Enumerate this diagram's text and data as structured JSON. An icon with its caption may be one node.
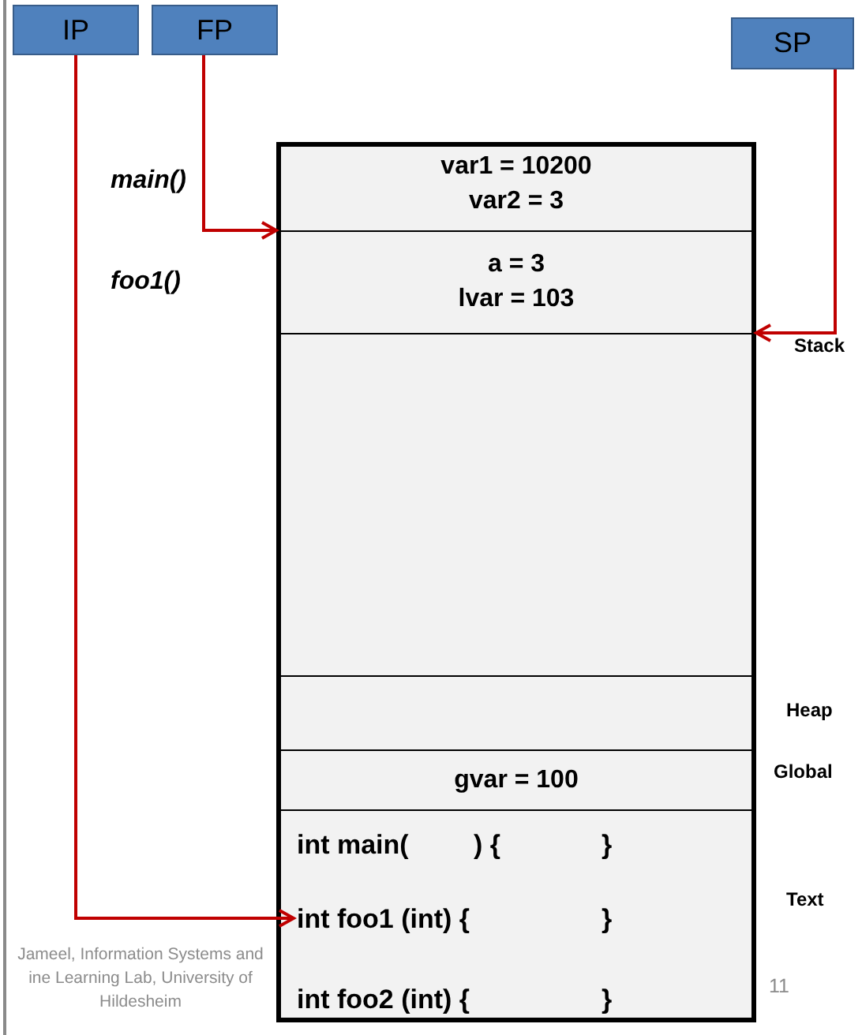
{
  "diagram": {
    "nodes": [
      {
        "text": [
          "IP"
        ]
      },
      {
        "text": [
          "FP"
        ]
      },
      {
        "text": [
          "SP"
        ]
      },
      {
        "text": [],
        "shape": "box"
      },
      {
        "text": [
          "var1 = 10200",
          "var2 = 3"
        ],
        "in": 3,
        "beside": [
          "main()"
        ]
      },
      {
        "text": [
          "a = 3",
          "lvar = 103"
        ],
        "in": 3,
        "beside": [
          "foo1()"
        ]
      },
      {
        "text": [],
        "shape": "box",
        "in": 3,
        "beside": [
          "Stack"
        ]
      },
      {
        "text": [],
        "shape": "box",
        "in": 3,
        "beside": [
          "Heap"
        ]
      },
      {
        "text": [
          "gvar = 100"
        ],
        "in": 3,
        "beside": [
          "Global"
        ]
      },
      {
        "text": [],
        "shape": "box",
        "in": 3,
        "beside": [
          "Text"
        ]
      },
      {
        "text": [
          "int main(",
          ") {",
          "}"
        ],
        "in": 9
      },
      {
        "text": [
          "int foo1 (int) {",
          "}"
        ],
        "in": 9
      },
      {
        "text": [
          "int foo2 (int) {",
          "}"
        ],
        "in": 9
      }
    ],
    "edges": [
      {
        "from": 0,
        "to": 11,
        "arrow": "to"
      },
      {
        "from": 1,
        "to": 5,
        "arrow": "to"
      },
      {
        "from": 2,
        "to": 6,
        "arrow": "to"
      }
    ],
    "labels": [
      "Jameel, Information Systems and ine Learning Lab, University of Hildesheim",
      "11"
    ]
  }
}
